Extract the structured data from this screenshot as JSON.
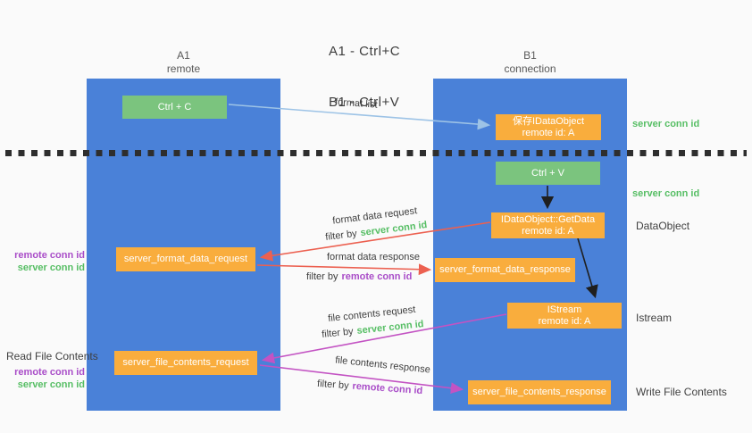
{
  "title": {
    "line1": "A1 - Ctrl+C",
    "line2": "B1 - Ctrl+V"
  },
  "lifelines": {
    "a": {
      "name": "A1",
      "role": "remote"
    },
    "b": {
      "name": "B1",
      "role": "connection"
    }
  },
  "nodes": {
    "ctrl_c": {
      "label": "Ctrl + C"
    },
    "ctrl_v": {
      "label": "Ctrl + V"
    },
    "save_idataobject": {
      "line1": "保存IDataObject",
      "line2": "remote id: A"
    },
    "getdata": {
      "line1": "IDataObject::GetData",
      "line2": "remote id: A"
    },
    "istream": {
      "line1": "IStream",
      "line2": "remote id: A"
    },
    "format_request": {
      "label": "server_format_data_request"
    },
    "format_response": {
      "label": "server_format_data_response"
    },
    "file_request": {
      "label": "server_file_contents_request"
    },
    "file_response": {
      "label": "server_file_contents_response"
    }
  },
  "annotations": {
    "server_conn_id_top": "server conn id",
    "server_conn_id_mid": "server conn id",
    "dataobject": "DataObject",
    "istream": "Istream",
    "write_file_contents": "Write File Contents",
    "read_file_contents": "Read File Contents",
    "format_pair": {
      "remote": "remote conn id",
      "server": "server conn id"
    },
    "file_pair": {
      "remote": "remote conn id",
      "server": "server conn id"
    }
  },
  "arrows": {
    "format_list": {
      "label": "format list"
    },
    "format_data_request": {
      "label": "format data request",
      "filter_prefix": "filter by",
      "filter_key": "server conn id"
    },
    "format_data_response": {
      "label": "format data response",
      "filter_prefix": "filter by",
      "filter_key": "remote conn id"
    },
    "file_contents_request": {
      "label": "file contents request",
      "filter_prefix": "filter by",
      "filter_key": "server conn id"
    },
    "file_contents_response": {
      "label": "file contents response",
      "filter_prefix": "filter by",
      "filter_key": "remote conn id"
    }
  },
  "colors": {
    "lane_blue": "#4a81d8",
    "box_green": "#7bc47e",
    "box_orange": "#f9ad3d",
    "text_green": "#56be64",
    "text_purple": "#a94dc8",
    "arrow_red": "#ec6050",
    "arrow_magenta": "#c353c3",
    "arrow_lightblue": "#9dc3e6",
    "arrow_black": "#1f1f1f"
  }
}
